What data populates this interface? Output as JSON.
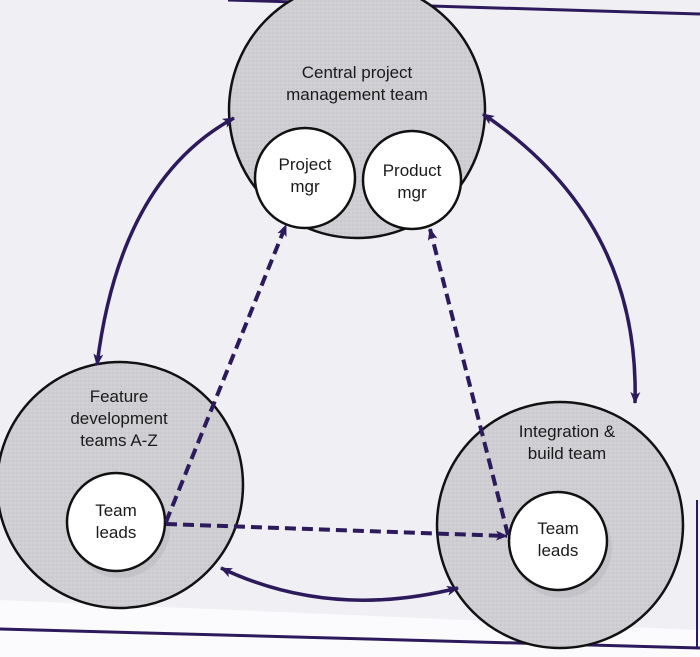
{
  "colors": {
    "background": "#f0eff3",
    "outer_circle_fill": "#cfcfd3",
    "inner_circle_fill": "#ffffff",
    "circle_stroke": "#111111",
    "arrow_color": "#2d1a5c",
    "frame_color": "#2d1a5c"
  },
  "nodes": {
    "central": {
      "title_line1": "Central project",
      "title_line2": "management team",
      "members": [
        {
          "line1": "Project",
          "line2": "mgr"
        },
        {
          "line1": "Product",
          "line2": "mgr"
        }
      ]
    },
    "feature": {
      "title_line1": "Feature",
      "title_line2": "development",
      "title_line3": "teams A-Z",
      "member": {
        "line1": "Team",
        "line2": "leads"
      }
    },
    "integration": {
      "title_line1": "Integration &",
      "title_line2": "build team",
      "member": {
        "line1": "Team",
        "line2": "leads"
      }
    }
  },
  "connections": {
    "solid_bidirectional": [
      {
        "from": "central",
        "to": "feature"
      },
      {
        "from": "central",
        "to": "integration"
      },
      {
        "from": "feature",
        "to": "integration"
      }
    ],
    "dashed_directed": [
      {
        "from": "feature.team_leads",
        "to": "central.project_mgr"
      },
      {
        "from": "feature.team_leads",
        "to": "integration.team_leads"
      },
      {
        "from": "integration.team_leads",
        "to": "central.product_mgr"
      }
    ]
  }
}
